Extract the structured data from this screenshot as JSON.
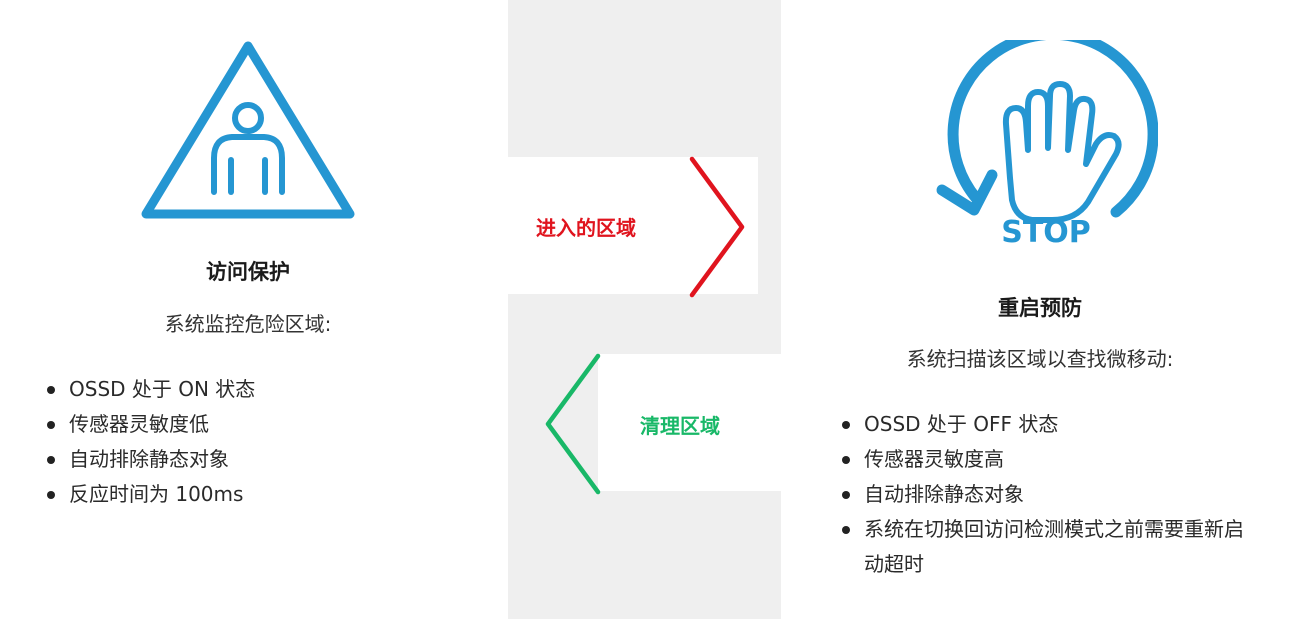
{
  "colors": {
    "icon_blue": "#2596d2",
    "enter_red": "#e0141e",
    "clear_green": "#19b868"
  },
  "left": {
    "icon": "warning-person-icon",
    "title": "访问保护",
    "subtitle": "系统监控危险区域:",
    "items": [
      "OSSD 处于 ON 状态",
      "传感器灵敏度低",
      "自动排除静态对象",
      "反应时间为 100ms"
    ]
  },
  "right": {
    "icon": "stop-hand-icon",
    "stop_text": "STOP",
    "title": "重启预防",
    "subtitle": "系统扫描该区域以查找微移动:",
    "items": [
      "OSSD 处于 OFF 状态",
      "传感器灵敏度高",
      "自动排除静态对象",
      "系统在切换回访问检测模式之前需要重新启动超时"
    ]
  },
  "arrows": {
    "enter_label": "进入的区域",
    "clear_label": "清理区域"
  }
}
